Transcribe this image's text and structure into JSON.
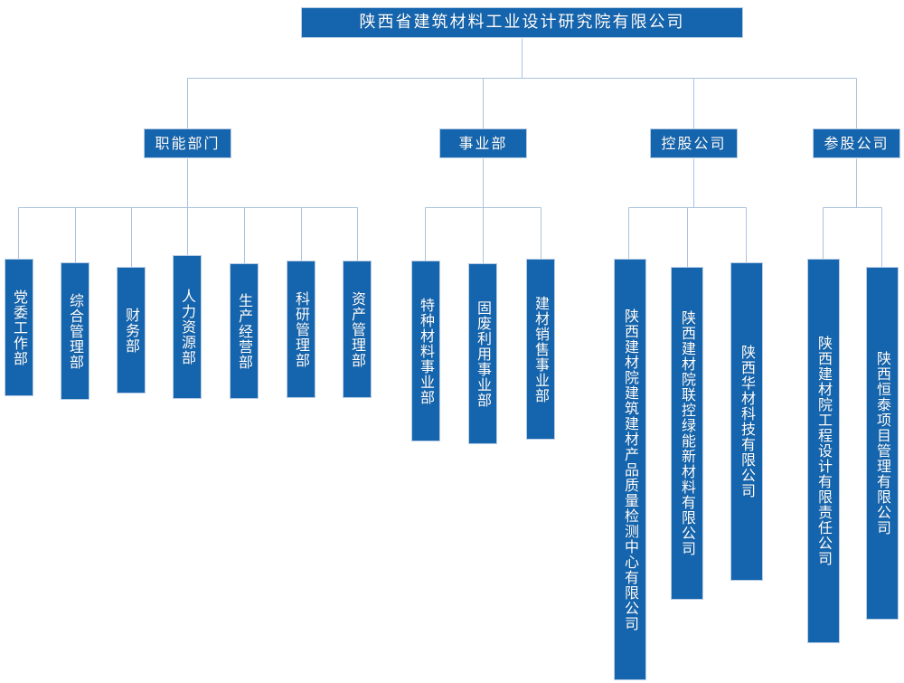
{
  "theme": {
    "node_fill": "#1565ae",
    "node_border": "#b9cde4",
    "node_text": "#ffffff",
    "connector": "#a9c3de",
    "background": "#ffffff"
  },
  "chart_data": {
    "type": "diagram",
    "title": "陕西省建筑材料工业设计研究院有限公司",
    "orientation": "top-down"
  },
  "root": {
    "label": "陕西省建筑材料工业设计研究院有限公司"
  },
  "groups": [
    {
      "key": "functional",
      "label": "职能部门",
      "children": [
        {
          "label": "党委工作部"
        },
        {
          "label": "综合管理部"
        },
        {
          "label": "财务部"
        },
        {
          "label": "人力资源部"
        },
        {
          "label": "生产经营部"
        },
        {
          "label": "科研管理部"
        },
        {
          "label": "资产管理部"
        }
      ]
    },
    {
      "key": "divisions",
      "label": "事业部",
      "children": [
        {
          "label": "特种材料事业部"
        },
        {
          "label": "固废利用事业部"
        },
        {
          "label": "建材销售事业部"
        }
      ]
    },
    {
      "key": "holding",
      "label": "控股公司",
      "children": [
        {
          "label": "陕西建材院建筑建材产品质量检测中心有限公司"
        },
        {
          "label": "陕西建材院联控绿能新材料有限公司"
        },
        {
          "label": "陕西华材科技有限公司"
        }
      ]
    },
    {
      "key": "equity",
      "label": "参股公司",
      "children": [
        {
          "label": "陕西建材院工程设计有限责任公司"
        },
        {
          "label": "陕西恒泰项目管理有限公司"
        }
      ]
    }
  ]
}
